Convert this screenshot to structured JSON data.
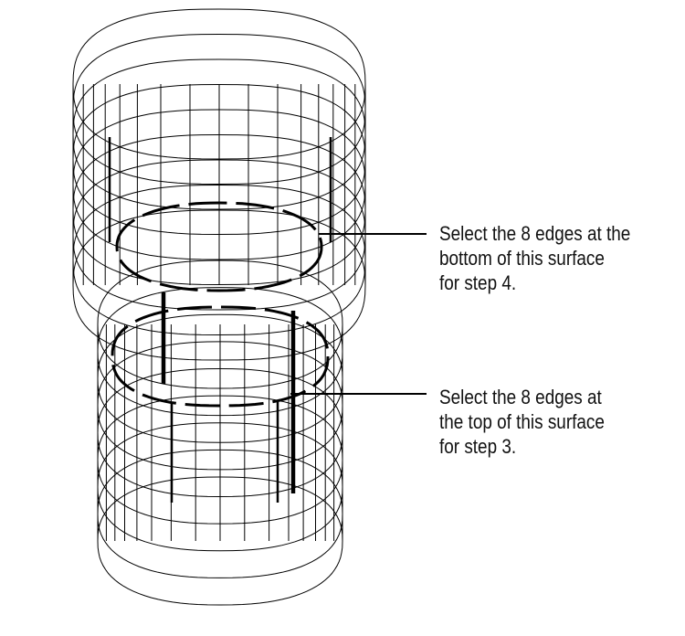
{
  "callouts": {
    "top": {
      "lines": [
        "Select the 8 edges at the",
        "bottom of this surface",
        "for step 4."
      ]
    },
    "bottom": {
      "lines": [
        "Select the 8 edges at",
        "the top of this surface",
        "for step 3."
      ]
    }
  },
  "colors": {
    "line": "#000000",
    "background": "#ffffff"
  }
}
